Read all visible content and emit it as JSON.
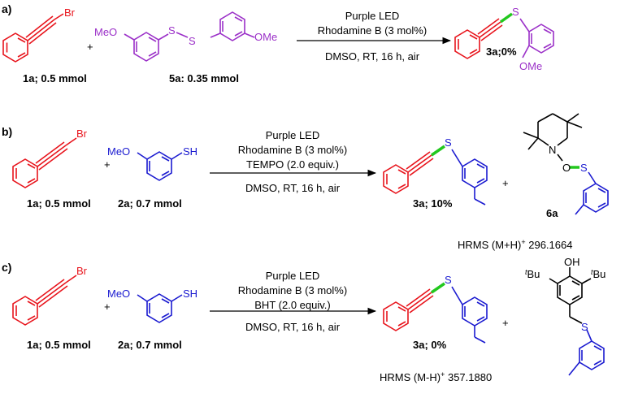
{
  "colors": {
    "red": "#e8141c",
    "purple": "#9b30c8",
    "blue": "#1a1ad0",
    "green": "#22c81e",
    "black": "#000000"
  },
  "panel_a": {
    "tag": "a)",
    "reagent1": {
      "br": "Br",
      "label": "1a; 0.5 mmol"
    },
    "plus": "+",
    "reagent2": {
      "ome_left": "MeO",
      "s1": "S",
      "s2": "S",
      "ome_right": "OMe",
      "label": "5a: 0.35 mmol"
    },
    "conditions": {
      "line1": "Purple LED",
      "line2": "Rhodamine B (3 mol%)",
      "line3": "DMSO, RT, 16 h, air"
    },
    "product": {
      "s": "S",
      "ome": "OMe",
      "label": "3a;0%"
    }
  },
  "panel_b": {
    "tag": "b)",
    "reagent1": {
      "br": "Br",
      "label": "1a; 0.5 mmol"
    },
    "plus": "+",
    "reagent2": {
      "meo": "MeO",
      "sh": "SH",
      "label": "2a; 0.7 mmol"
    },
    "conditions": {
      "line1": "Purple LED",
      "line2": "Rhodamine B (3 mol%)",
      "line3": "TEMPO (2.0 equiv.)",
      "line4": "DMSO, RT, 16 h, air"
    },
    "product": {
      "s": "S",
      "label": "3a; 10%"
    },
    "plus2": "+",
    "adduct": {
      "n": "N",
      "o": "O",
      "s": "S",
      "label": "6a"
    },
    "hrms": {
      "text": "HRMS (M+H)",
      "sup": "+",
      "value": " 296.1664"
    }
  },
  "panel_c": {
    "tag": "c)",
    "reagent1": {
      "br": "Br",
      "label": "1a; 0.5 mmol"
    },
    "plus": "+",
    "reagent2": {
      "meo": "MeO",
      "sh": "SH",
      "label": "2a; 0.7 mmol"
    },
    "conditions": {
      "line1": "Purple LED",
      "line2": "Rhodamine B (3 mol%)",
      "line3": "BHT (2.0 equiv.)",
      "line4": "DMSO, RT, 16 h, air"
    },
    "product": {
      "s": "S",
      "label": "3a; 0%"
    },
    "plus2": "+",
    "adduct": {
      "oh": "OH",
      "tbu_t": "t",
      "tbu": "Bu",
      "s": "S"
    },
    "hrms": {
      "text": "HRMS (M-H)",
      "sup": "+",
      "value": " 357.1880"
    }
  }
}
